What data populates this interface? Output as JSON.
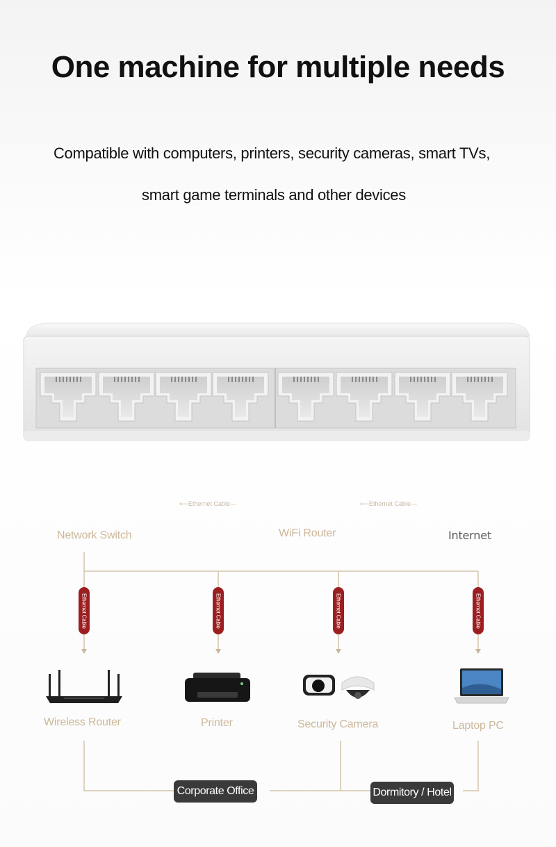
{
  "headline": "One machine for multiple needs",
  "subheadline_line1": "Compatible with computers, printers, security cameras, smart TVs,",
  "subheadline_line2": "smart game terminals and other devices",
  "top_cables": [
    {
      "label": "Ethernet Cable"
    },
    {
      "label": "Ethernet Cable"
    }
  ],
  "chain_nodes": {
    "switch": "Network Switch",
    "router": "WiFi Router",
    "internet": "Internet"
  },
  "branch_cable_label": "Ethernet Cable",
  "devices": [
    {
      "label": "Wireless Router",
      "icon": "wireless-router-icon"
    },
    {
      "label": "Printer",
      "icon": "printer-icon"
    },
    {
      "label": "Security Camera",
      "icon": "security-camera-icon"
    },
    {
      "label": "Laptop PC",
      "icon": "laptop-icon"
    }
  ],
  "scenarios": {
    "office": "Corporate Office",
    "dorm": "Dormitory / Hotel"
  },
  "colors": {
    "accent_beige": "#cdb89a",
    "cable_red": "#9b1f21",
    "pill_dark": "#3a3a3a"
  }
}
